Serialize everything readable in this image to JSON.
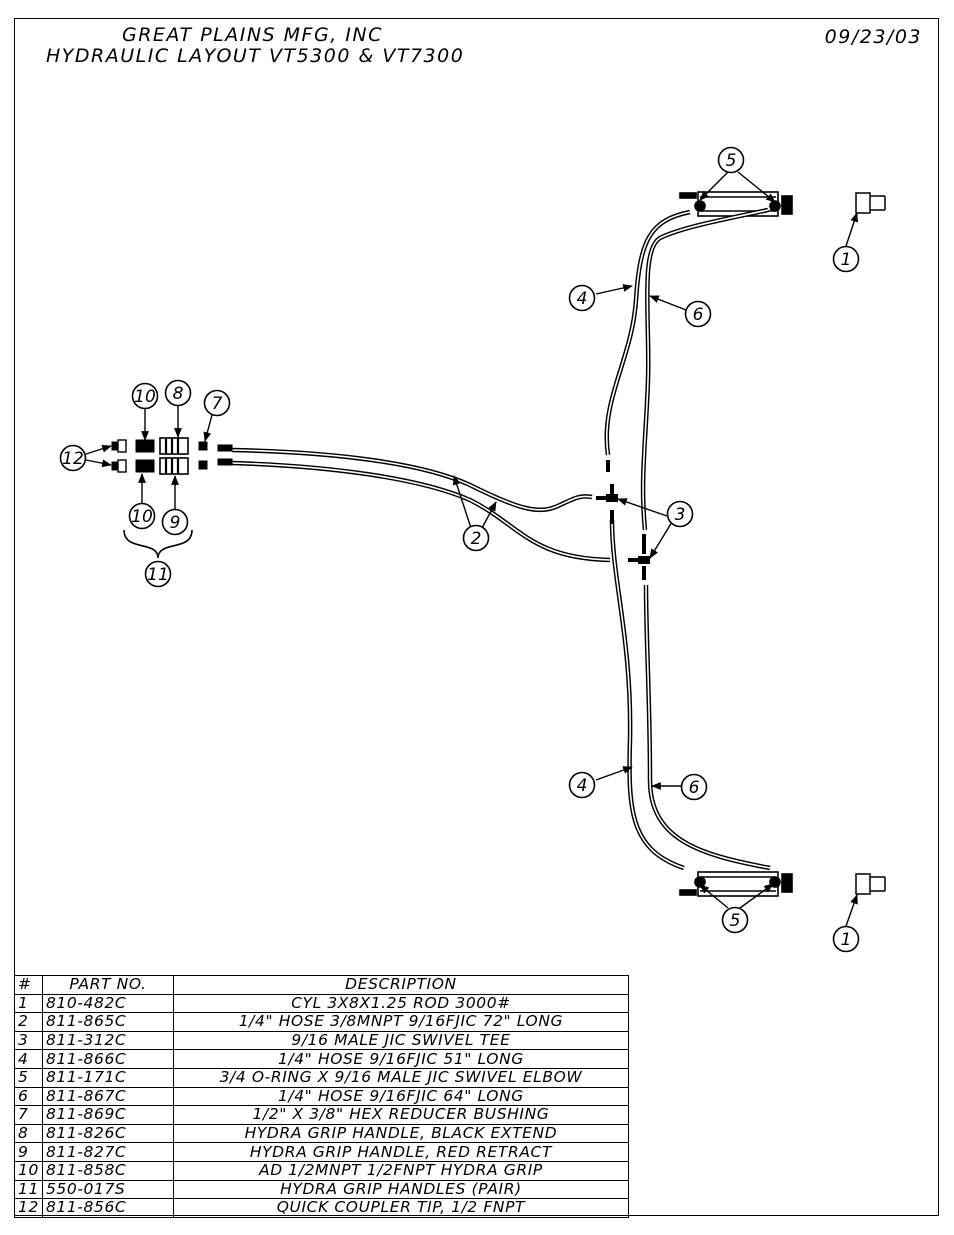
{
  "header": {
    "company": "GREAT PLAINS MFG, INC",
    "drawing_title": "HYDRAULIC LAYOUT VT5300 & VT7300",
    "date": "09/23/03"
  },
  "callouts": {
    "c1": "1",
    "c2": "2",
    "c3": "3",
    "c4": "4",
    "c5": "5",
    "c6": "6",
    "c7": "7",
    "c8": "8",
    "c9": "9",
    "c10": "10",
    "c11": "11",
    "c12": "12"
  },
  "parts_table": {
    "headers": [
      "#",
      "PART NO.",
      "DESCRIPTION"
    ],
    "rows": [
      [
        "1",
        "810-482C",
        "CYL 3X8X1.25 ROD 3000#"
      ],
      [
        "2",
        "811-865C",
        "1/4\" HOSE 3/8MNPT 9/16FJIC 72\" LONG"
      ],
      [
        "3",
        "811-312C",
        "9/16 MALE JIC SWIVEL TEE"
      ],
      [
        "4",
        "811-866C",
        "1/4\" HOSE 9/16FJIC 51\" LONG"
      ],
      [
        "5",
        "811-171C",
        "3/4 O-RING X 9/16 MALE JIC SWIVEL ELBOW"
      ],
      [
        "6",
        "811-867C",
        "1/4\" HOSE 9/16FJIC 64\" LONG"
      ],
      [
        "7",
        "811-869C",
        "1/2\" X 3/8\" HEX REDUCER BUSHING"
      ],
      [
        "8",
        "811-826C",
        "HYDRA GRIP HANDLE, BLACK EXTEND"
      ],
      [
        "9",
        "811-827C",
        "HYDRA GRIP HANDLE, RED RETRACT"
      ],
      [
        "10",
        "811-858C",
        "AD 1/2MNPT 1/2FNPT HYDRA GRIP"
      ],
      [
        "11",
        "550-017S",
        "HYDRA GRIP HANDLES (PAIR)"
      ],
      [
        "12",
        "811-856C",
        "QUICK COUPLER TIP, 1/2 FNPT"
      ]
    ]
  }
}
